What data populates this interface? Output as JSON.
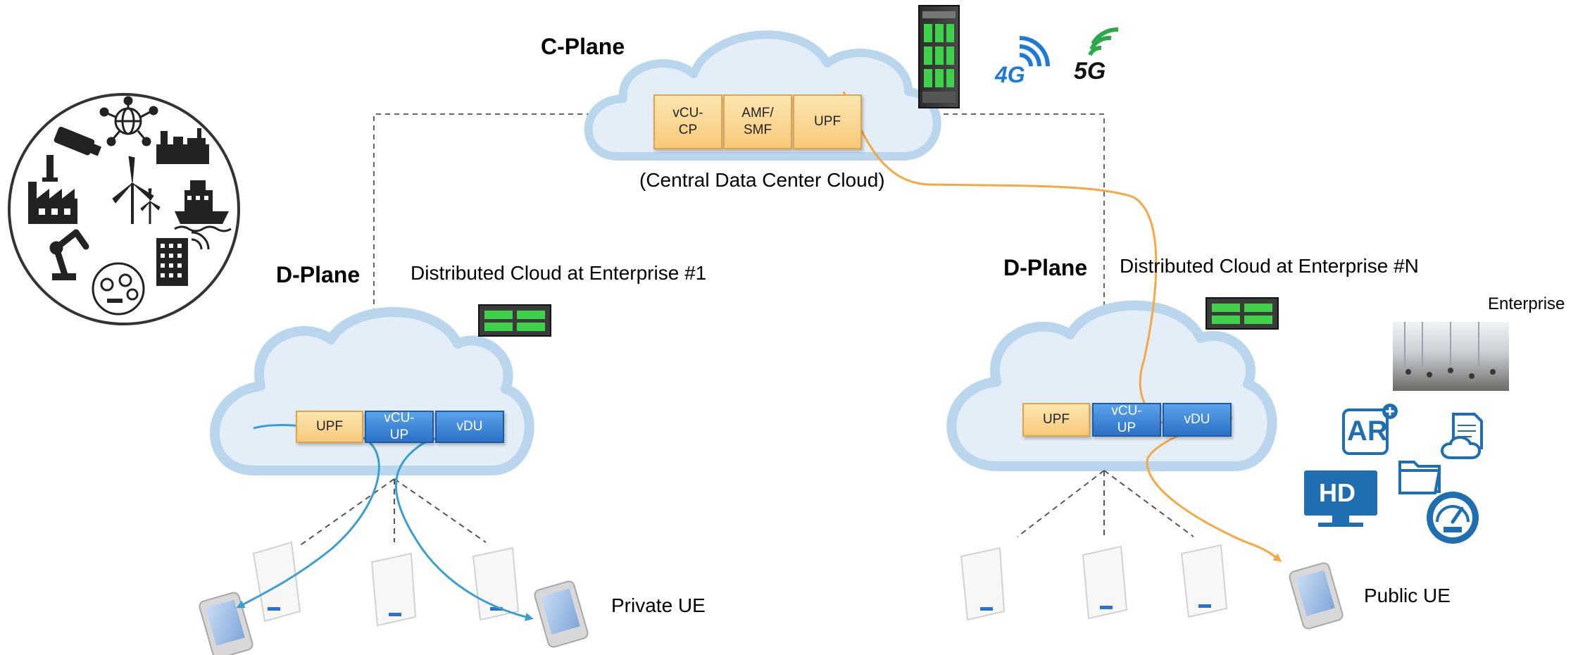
{
  "labels": {
    "c_plane": "C-Plane",
    "central_cloud": "(Central Data Center Cloud)",
    "d_plane_1": "D-Plane",
    "enterprise_1": "Distributed Cloud at Enterprise #1",
    "d_plane_n": "D-Plane",
    "enterprise_n": "Distributed Cloud at Enterprise #N",
    "enterprise": "Enterprise",
    "private_ue": "Private UE",
    "public_ue": "Public UE",
    "badge_4g": "4G",
    "badge_5g": "5G",
    "badge_ar": "AR",
    "badge_hd": "HD"
  },
  "central_functions": [
    {
      "line1": "vCU-",
      "line2": "CP"
    },
    {
      "line1": "AMF/",
      "line2": "SMF"
    },
    {
      "line1": "UPF",
      "line2": ""
    }
  ],
  "enterprise_1_functions": [
    {
      "line1": "UPF",
      "line2": ""
    },
    {
      "line1": "vCU-",
      "line2": "UP"
    },
    {
      "line1": "vDU",
      "line2": ""
    }
  ],
  "enterprise_n_functions": [
    {
      "line1": "UPF",
      "line2": ""
    },
    {
      "line1": "vCU-",
      "line2": "UP"
    },
    {
      "line1": "vDU",
      "line2": ""
    }
  ],
  "icons": [
    "industry-circle-icon",
    "cctv-camera-icon",
    "network-globe-icon",
    "factory-icon",
    "oil-refinery-icon",
    "wind-turbine-icon",
    "ship-icon",
    "robot-arm-icon",
    "smart-meter-icon",
    "smart-building-icon",
    "server-rack-icon",
    "signal-4g-icon",
    "signal-5g-icon",
    "edge-server-icon",
    "cpe-router-icon",
    "smartphone-icon",
    "enterprise-photo-icon",
    "ar-icon",
    "cloud-document-icon",
    "folder-icon",
    "hd-monitor-icon",
    "speedometer-icon"
  ],
  "colors": {
    "cloud_fill": "#e3eef8",
    "cloud_outline": "#b9d6ec",
    "function_orange": "#f8c97a",
    "function_blue": "#2b72c8",
    "private_flow": "#3a9fcf",
    "public_flow": "#f5a742",
    "dashed_line": "#666666",
    "icon_blue": "#1f6fb0"
  }
}
